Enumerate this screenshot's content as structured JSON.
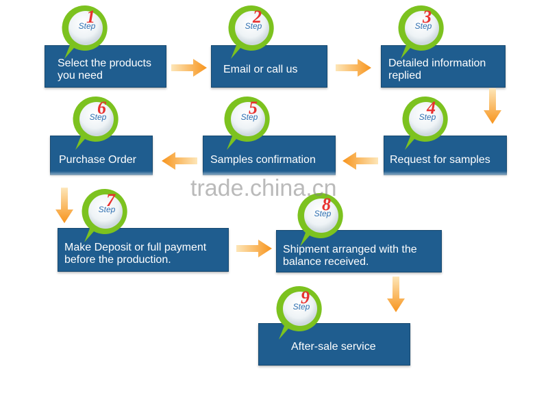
{
  "steps": [
    {
      "label": "Step",
      "num": "1",
      "text": "Select the products\nyou need"
    },
    {
      "label": "Step",
      "num": "2",
      "text": "Email or call us"
    },
    {
      "label": "Step",
      "num": "3",
      "text": "Detailed information\nreplied"
    },
    {
      "label": "Step",
      "num": "4",
      "text": "Request for samples"
    },
    {
      "label": "Step",
      "num": "5",
      "text": "Samples confirmation"
    },
    {
      "label": "Step",
      "num": "6",
      "text": "Purchase Order"
    },
    {
      "label": "Step",
      "num": "7",
      "text": "Make Deposit or full payment\nbefore the production."
    },
    {
      "label": "Step",
      "num": "8",
      "text": "Shipment arranged with the\nbalance received."
    },
    {
      "label": "Step",
      "num": "9",
      "text": "After-sale service"
    }
  ],
  "watermark": "trade.china.cn",
  "icons": {
    "badge": "step-badge-icon",
    "arrow": "flow-arrow-icon"
  },
  "colors": {
    "box": "#1f5d8f",
    "badge_ring": "#7cc21f",
    "arrow": "#f7941d",
    "step_number": "#e8312f"
  }
}
